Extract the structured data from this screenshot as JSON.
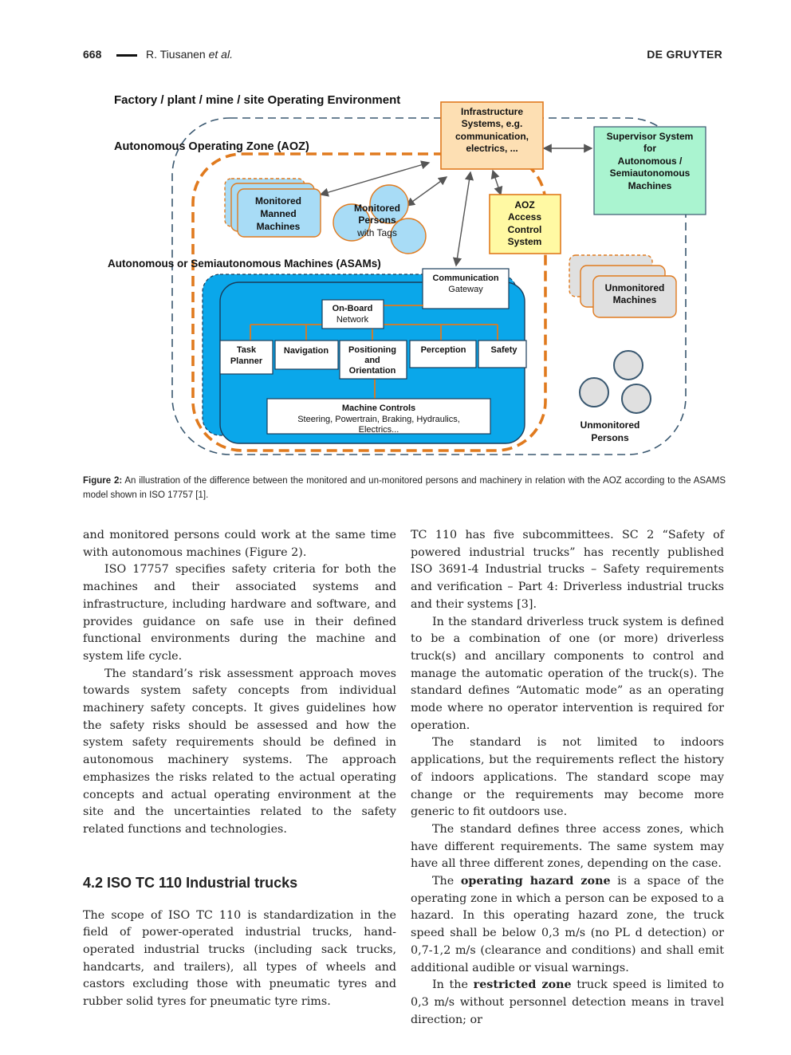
{
  "header": {
    "page_number": "668",
    "author": "R. Tiusanen",
    "author_suffix": " et al.",
    "publisher": "DE GRUYTER"
  },
  "figure": {
    "env_title": "Factory / plant / mine / site Operating Environment",
    "aoz_title": "Autonomous Operating Zone (AOZ)",
    "asam_title": "Autonomous or Semiautonomous Machines (ASAMs)",
    "infra": [
      "Infrastructure",
      "Systems, e.g.",
      "communication,",
      "electrics, ..."
    ],
    "supervisor": [
      "Supervisor System",
      "for",
      "Autonomous /",
      "Semiautonomous",
      "Machines"
    ],
    "monitored_machines": [
      "Monitored",
      "Manned",
      "Machines"
    ],
    "monitored_persons": [
      "Monitored",
      "Persons",
      "with Tags"
    ],
    "access_control": [
      "AOZ",
      "Access",
      "Control",
      "System"
    ],
    "unmonitored_machines": [
      "Unmonitored",
      "Machines"
    ],
    "unmonitored_persons": [
      "Unmonitored",
      "Persons"
    ],
    "gateway": [
      "Communication",
      "Gateway"
    ],
    "network": [
      "On-Board",
      "Network"
    ],
    "task_planner": [
      "Task",
      "Planner"
    ],
    "navigation": "Navigation",
    "positioning": [
      "Positioning",
      "and",
      "Orientation"
    ],
    "perception": "Perception",
    "safety": "Safety",
    "controls": [
      "Machine Controls",
      "Steering, Powertrain, Braking, Hydraulics,",
      "Electrics..."
    ],
    "colors": {
      "orange": "#e07a1e",
      "navy": "#3a5870",
      "blue": "#0aa7ea",
      "infra_fill": "#fddfb3",
      "supervisor_fill": "#aaf4d0",
      "access_fill": "#fff9a3",
      "monitored_fill": "#a8dcf6",
      "unmonitored_fill": "#e0e0e0"
    }
  },
  "caption": {
    "label": "Figure 2:",
    "text": " An illustration of the difference between the monitored and un-monitored persons and machinery in relation with the AOZ according to the ASAMS model shown in ISO 17757 [1]."
  },
  "left_column": {
    "p1": "and monitored persons could work at the same time with autonomous machines (Figure 2).",
    "p2": "ISO 17757 specifies safety criteria for both the machines and their associated systems and infrastructure, including hardware and software, and provides guidance on safe use in their defined functional environments during the machine and system life cycle.",
    "p3": "The standard’s risk assessment approach moves towards system safety concepts from individual machinery safety concepts. It gives guidelines how the safety risks should be assessed and how the system safety requirements should be defined in autonomous machinery systems. The approach emphasizes the risks related to the actual operating concepts and actual operating environment at the site and the uncertainties related to the safety related functions and technologies.",
    "heading": "4.2  ISO TC 110 Industrial trucks",
    "p4": "The scope of ISO TC 110 is standardization in the field of power-operated industrial trucks, hand-operated industrial trucks (including sack trucks, handcarts, and trailers), all types of wheels and castors excluding those with pneumatic tyres and rubber solid tyres for pneumatic tyre rims."
  },
  "right_column": {
    "p1": "TC 110 has five subcommittees. SC 2 “Safety of powered industrial trucks” has recently published ISO 3691-4 Industrial trucks – Safety requirements and verification – Part 4: Driverless industrial trucks and their systems [3].",
    "p2": "In the standard driverless truck system is defined to be a combination of one (or more) driverless truck(s) and ancillary components to control and manage the automatic operation of the truck(s). The standard defines “Automatic mode” as an operating mode where no operator intervention is required for operation.",
    "p3": "The standard is not limited to indoors applications, but the requirements reflect the history of indoors applications. The standard scope may change or the requirements may become more generic to fit outdoors use.",
    "p4": "The standard defines three access zones, which have different requirements. The same system may have all three different zones, depending on the case.",
    "p5_pre": "The ",
    "p5_bold": "operating hazard zone",
    "p5_post": " is a space of the operating zone in which a person can be exposed to a hazard. In this operating hazard zone, the truck speed shall be below 0,3 m/s (no PL d detection) or 0,7-1,2 m/s (clearance and conditions) and shall emit additional audible or visual warnings.",
    "p6_pre": "In the ",
    "p6_bold": "restricted zone",
    "p6_post": " truck speed is limited to 0,3 m/s without personnel detection means in travel direction; or"
  }
}
